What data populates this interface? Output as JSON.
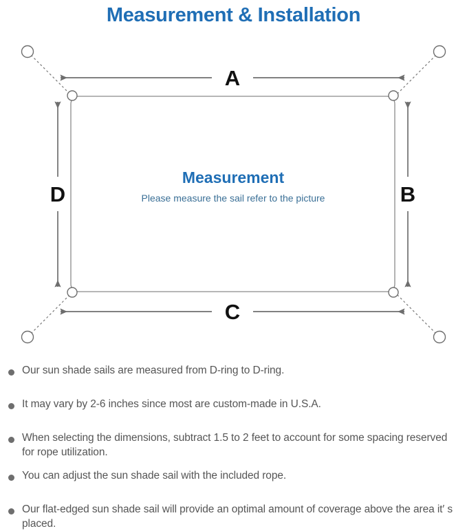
{
  "header": {
    "title": "Measurement & Installation",
    "title_color": "#1f6eb5"
  },
  "diagram": {
    "center_title": "Measurement",
    "center_subtitle": "Please measure the sail refer to the picture",
    "center_title_color": "#1f6eb5",
    "center_subtitle_color": "#3a6f96",
    "line_color": "#6e6e6e",
    "sail_edge_color": "#8a8a8a",
    "dimension_labels": {
      "top": "A",
      "right": "B",
      "bottom": "C",
      "left": "D"
    },
    "anchor_count": 4,
    "d_ring_count": 4
  },
  "notes": {
    "bullet_color": "#6e6e6e",
    "text_color": "#555555",
    "items": [
      "Our sun shade sails are measured from D-ring to D-ring.",
      "It may vary by 2-6 inches since most are custom-made in U.S.A.",
      "When selecting the dimensions, subtract 1.5 to 2 feet to account for some spacing reserved for rope utilization.",
      "You can adjust the sun shade sail with the included rope.",
      "Our flat-edged sun shade sail will provide an optimal amount of coverage above the area it′ s placed."
    ]
  }
}
